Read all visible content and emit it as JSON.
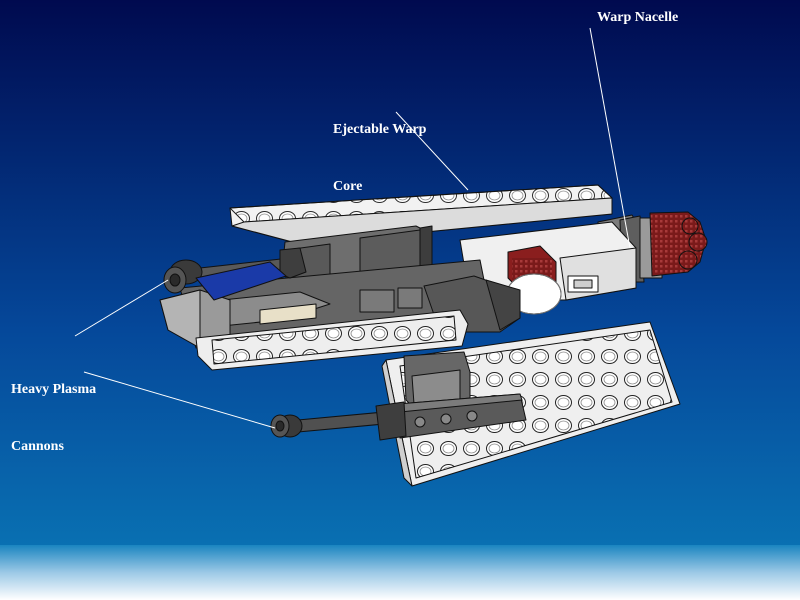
{
  "labels": {
    "warp_nacelle": "Warp Nacelle",
    "warp_core_line1": "Ejectable Warp",
    "warp_core_line2": "Core",
    "plasma_cannons_line1": "Heavy Plasma",
    "plasma_cannons_line2": "Cannons"
  },
  "colors": {
    "sky_top": "#000a4f",
    "sky_bottom": "#0a74b4",
    "hull_white": "#f4f4f4",
    "hull_grey": "#707070",
    "dark_grey": "#4a4a4a",
    "nacelle_red": "#8a1e1e",
    "callout_text": "#ffffff"
  }
}
